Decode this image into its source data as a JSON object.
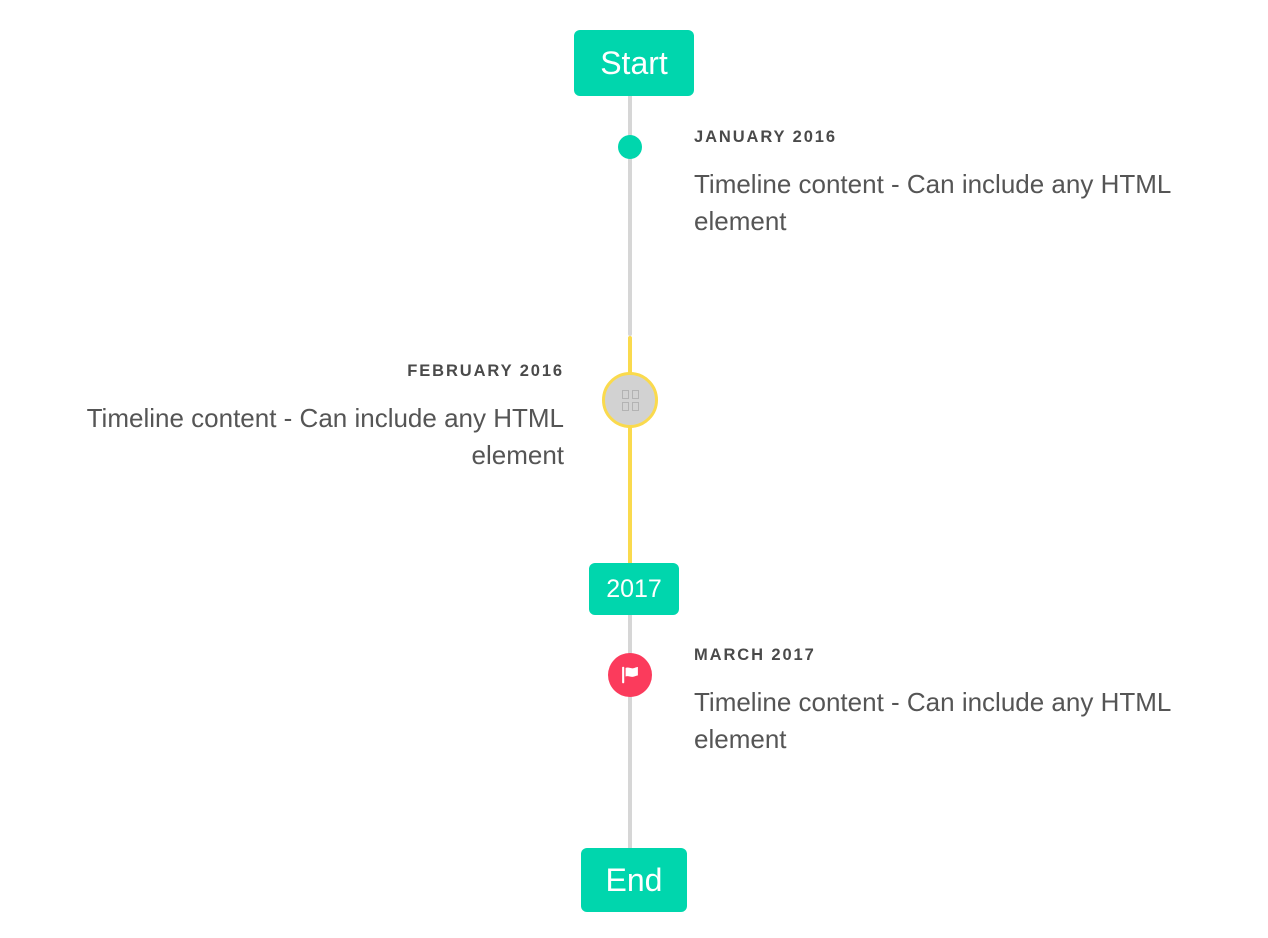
{
  "timeline": {
    "start_label": "Start",
    "mid_label": "2017",
    "end_label": "End",
    "accent_color": "#00d6ad",
    "line_color": "#d6d6d6",
    "accent_line_color": "#fada4d",
    "flag_marker_color": "#fb3b5c",
    "pending_marker_color": "#d2d2d2",
    "pending_marker_ring_color": "#fada4d",
    "date_text_color": "#4a4a4a",
    "body_text_color": "#555555"
  },
  "events": [
    {
      "id": "january-2016",
      "date": "JANUARY 2016",
      "body": "Timeline content - Can include any HTML element",
      "side": "right",
      "marker": "dot"
    },
    {
      "id": "february-2016",
      "date": "FEBRUARY 2016",
      "body": "Timeline content - Can include any HTML element",
      "side": "left",
      "marker": "placeholder-glyph-icon"
    },
    {
      "id": "march-2017",
      "date": "MARCH 2017",
      "body": "Timeline content - Can include any HTML element",
      "side": "right",
      "marker": "flag-icon"
    }
  ]
}
